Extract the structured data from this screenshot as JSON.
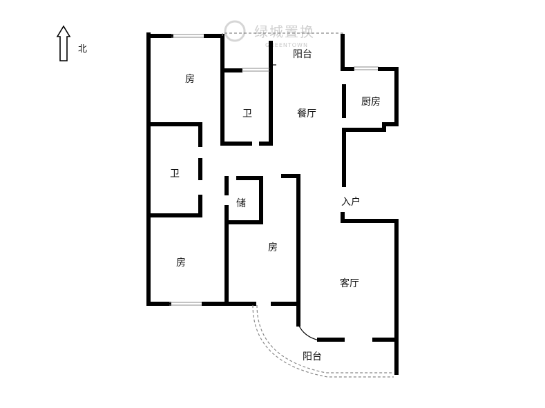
{
  "north_label": "北",
  "logo": {
    "text_cn": "绿城置换",
    "text_en": "GREENTOWN"
  },
  "rooms": {
    "bedroom_nw": "房",
    "bath_upper": "卫",
    "balcony_north": "阳台",
    "dining": "餐厅",
    "kitchen": "厨房",
    "bath_west": "卫",
    "storage": "储",
    "entry": "入户",
    "bedroom_sw": "房",
    "bedroom_center": "房",
    "living": "客厅",
    "balcony_south": "阳台"
  }
}
